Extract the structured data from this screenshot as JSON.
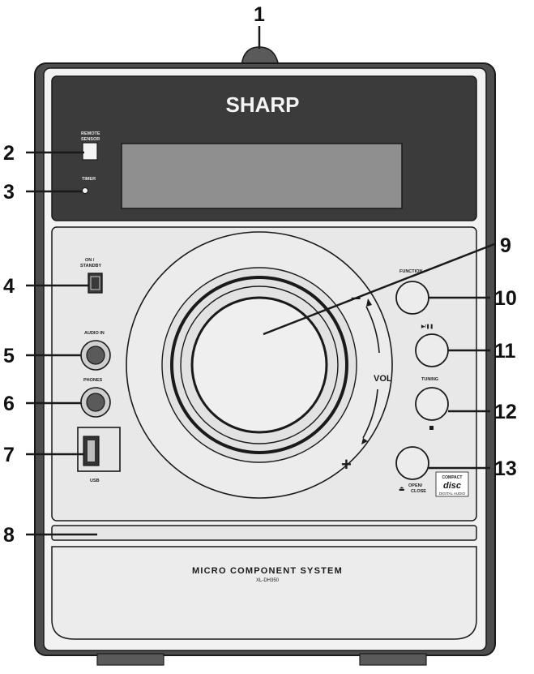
{
  "device": {
    "brand": "SHARP",
    "model_line": "MICRO COMPONENT SYSTEM",
    "model_number": "XL-DH350"
  },
  "panel_labels": {
    "remote_sensor_line1": "REMOTE",
    "remote_sensor_line2": "SENSOR",
    "timer": "TIMER",
    "on_standby_line1": "ON /",
    "on_standby_line2": "STANDBY",
    "audio_in": "AUDIO IN",
    "phones": "PHONES",
    "usb": "USB",
    "function": "FUNCTION",
    "play_pause": "▶/❚❚",
    "tuning": "TUNING",
    "open_close_line1": "OPEN/",
    "open_close_line2": "CLOSE",
    "volume": "VOL",
    "vol_minus": "–",
    "vol_plus": "+",
    "cd_logo_line1": "COMPACT",
    "cd_logo_line2": "disc",
    "cd_logo_line3": "DIGITAL AUDIO"
  },
  "callouts": [
    "1",
    "2",
    "3",
    "4",
    "5",
    "6",
    "7",
    "8",
    "9",
    "10",
    "11",
    "12",
    "13"
  ],
  "colors": {
    "line": "#1a1a1a",
    "panel_light": "#e9e9e9",
    "panel_display": "#3a3a3a",
    "lcd": "#8e8e8e",
    "body_dark": "#555555"
  }
}
